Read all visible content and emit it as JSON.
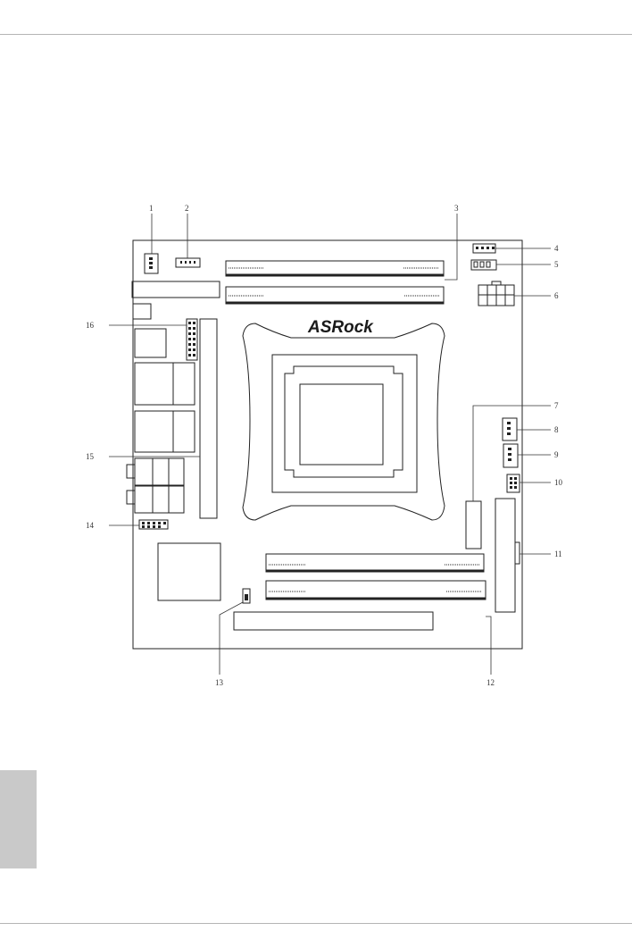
{
  "board": {
    "logo": "ASRock",
    "callouts": {
      "c1": "1",
      "c2": "2",
      "c3": "3",
      "c4": "4",
      "c5": "5",
      "c6": "6",
      "c7": "7",
      "c8": "8",
      "c9": "9",
      "c10": "10",
      "c11": "11",
      "c12": "12",
      "c13": "13",
      "c14": "14",
      "c15": "15",
      "c16": "16"
    }
  }
}
